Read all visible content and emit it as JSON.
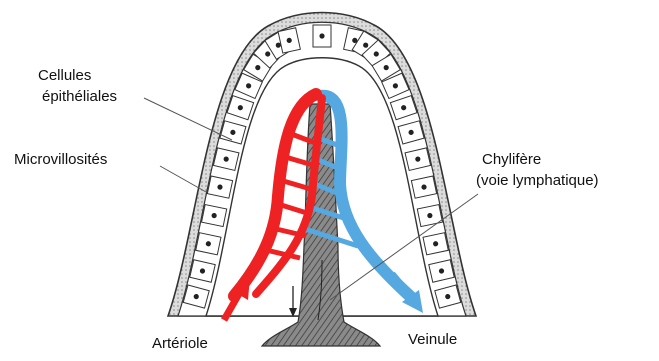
{
  "labels": {
    "epithelial_line1": "Cellules",
    "epithelial_line2": "épithéliales",
    "microvilli": "Microvillosités",
    "lacteal_line1": "Chylifère",
    "lacteal_line2": "(voie lymphatique)",
    "arteriole": "Artériole",
    "venule": "Veinule"
  },
  "colors": {
    "arterial": "#ee2222",
    "venous": "#55a8e0",
    "lacteal": "#6e6e6e",
    "outline": "#333333"
  }
}
